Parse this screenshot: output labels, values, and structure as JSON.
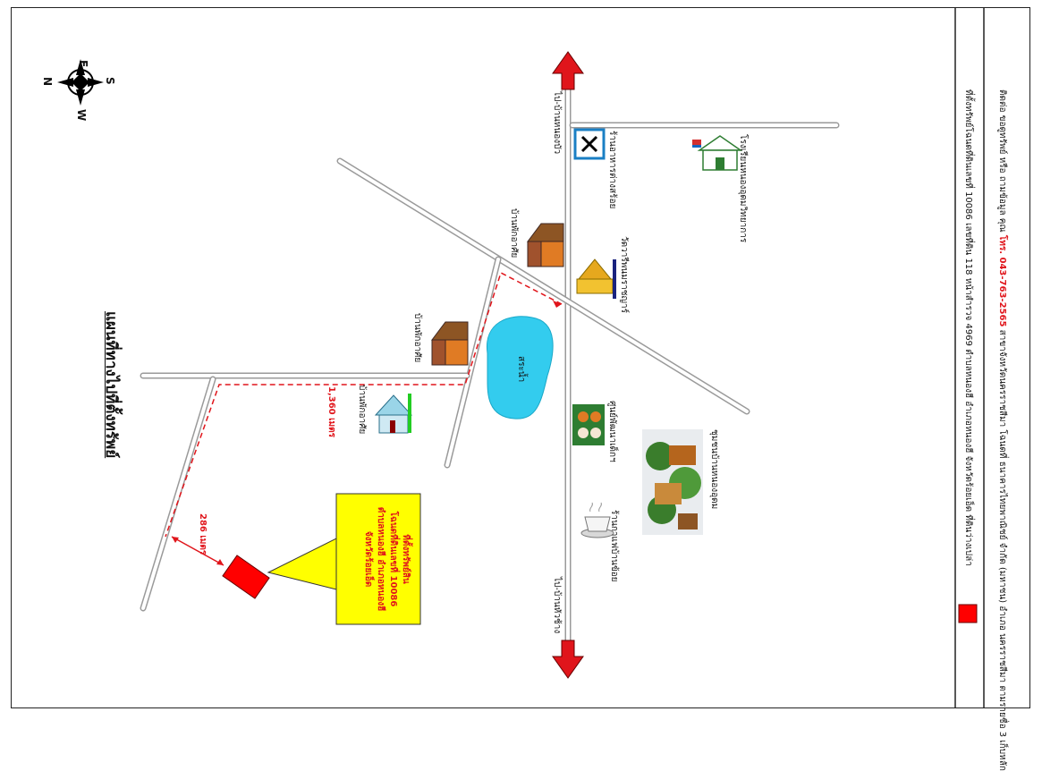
{
  "title": "แผนที่ทางไปที่ตั้งทรัพย์",
  "compass": {
    "n": "N",
    "e": "E",
    "s": "S",
    "w": "W"
  },
  "roads": {
    "to_top": "ไป-บ้านหนองบัว",
    "to_bottom": "ไป-บ้านหัวช้าง"
  },
  "landmarks": {
    "restaurant": "ร้านอาหารต่างสร้อย",
    "temple": "วัดวารีพนมราชญาร์",
    "school": "โรงเรียนหนองอุดมวิทยาการ",
    "house_top": "บ้านพักอาศัย",
    "house_mid": "บ้านพักอาศัย",
    "house_left": "บ้านพักอาศัย",
    "pond": "สระน้ำ",
    "health_center": "ศูนย์พัฒนาเด็กฯ",
    "village": "ชุมชนบ้านหนองอุดม",
    "cafe": "ร้านกาแฟบ้านข้อย"
  },
  "distances": {
    "long": "1,360 เมตร",
    "short": "286 เมตร"
  },
  "property_callout": {
    "line1": "ที่ตั้งทรัพย์สิน",
    "line2": "โฉนดที่ดินเลขที่ 10086",
    "line3": "ตำบลหนองฮี อำเภอหนองฮี",
    "line4": "จังหวัดร้อยเอ็ด"
  },
  "footer": {
    "legend": "ที่ตั้งทรัพย์โฉนดที่ดินเลขที่ 10086 เลขที่ดิน 118 หน้าสำรวจ 4969 ตำบลหนองฮี อำเภอหนองฮี จังหวัดร้อยเอ็ด ที่ดินว่างเปล่า",
    "contact_prefix": "ติดต่อ ขอดูทรัพย์ หรือ ถามข้อมูล คุณ",
    "phone": "โทร. 043-763-2565",
    "contact_suffix": "สาขาจังหวัดนครราชสีมา โฉนดที่ ธนาคารไทยพาณิชย์ จำกัด (มหาชน) อำเภอ นครราชสีมา ตามรายชื่อ 3 เก็บหลัก"
  },
  "colors": {
    "road": "#9a9a9a",
    "route": "#e0151b",
    "arrow": "#e0151b",
    "pond": "#33ccee",
    "callout": "#ffff00",
    "property": "#ff0000"
  }
}
